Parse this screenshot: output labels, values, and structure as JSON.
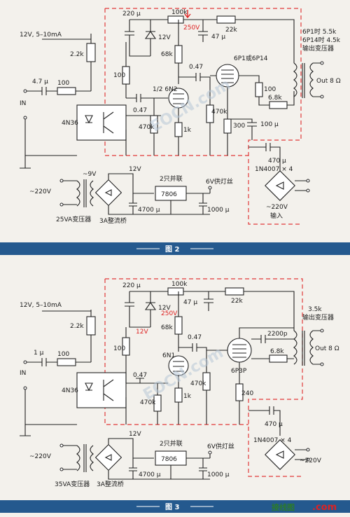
{
  "figures": [
    {
      "caption": "图 2",
      "labels": {
        "supply_in": "12V, 5–10mA",
        "r_22k_in": "2.2k",
        "c_in": "4.7 μ",
        "r_in": "100",
        "in": "IN",
        "opto": "4N36",
        "c_220": "220 μ",
        "r_100k": "100k",
        "zener": "12V",
        "b250": "250V",
        "r_22k": "22k",
        "c_47": "47 μ",
        "r_68k": "68k",
        "r_100": "100",
        "c_047a": "0.47",
        "tube1": "1/2 6N2",
        "c_047b": "0.47",
        "r_470k_a": "470k",
        "r_1k": "1k",
        "r_470k_b": "470k",
        "tube2": "6P1或6P14",
        "r_100_g": "100",
        "r_68k2": "6.8k",
        "r_300": "300",
        "c_100": "100 μ",
        "c_470": "470 μ",
        "xfmr_note1": "6P1时 5.5k",
        "xfmr_note2": "6P14时 4.5k",
        "xfmr_note3": "输出变压器",
        "out": "Out 8 Ω",
        "bridge": "1N4007 × 4",
        "ac220_in": "~220V",
        "ac_in": "输入",
        "mains": "~220V",
        "sec": "~9V",
        "v12": "12V",
        "parallel": "2只并联",
        "reg": "7806",
        "fil": "6V供灯丝",
        "c_4700": "4700 μ",
        "c_1000": "1000 μ",
        "xfmr": "25VA变压器",
        "rect": "3A整流桥",
        "watermark": "EOCN.com"
      }
    },
    {
      "caption": "图 3",
      "labels": {
        "supply_in": "12V, 5–10mA",
        "r_22k_in": "2.2k",
        "c_in": "1 μ",
        "r_in": "100",
        "in": "IN",
        "opto": "4N36",
        "c_220": "220 μ",
        "r_100k": "100k",
        "zener": "12V",
        "b250": "250V",
        "r_22k": "22k",
        "c_47": "47 μ",
        "r_68k": "68k",
        "r_100": "100",
        "v12red": "12V",
        "c_047a": "0.47",
        "tube1": "6N1",
        "c_047b": "0.47",
        "r_470k_a": "470k",
        "r_1k": "1k",
        "r_470k_b": "470k",
        "tube2": "6P3P",
        "c_2200p": "2200p",
        "r_68k2": "6.8k",
        "r_240": "240",
        "c_470": "470 μ",
        "xfmr_note1": "3.5k",
        "xfmr_note2": "输出变压器",
        "out": "Out 8 Ω",
        "bridge": "1N4007 × 4",
        "ac220_in": "~220V",
        "mains": "~220V",
        "v12": "12V",
        "parallel": "2只并联",
        "reg": "7806",
        "fil": "6V供灯丝",
        "c_4700": "4700 μ",
        "c_1000": "1000 μ",
        "xfmr": "35VA变压器",
        "rect": "3A整流桥",
        "watermark": "EOCN.com"
      }
    }
  ],
  "site_logo": {
    "text_cn": "接线图",
    "text_en": ".com"
  }
}
